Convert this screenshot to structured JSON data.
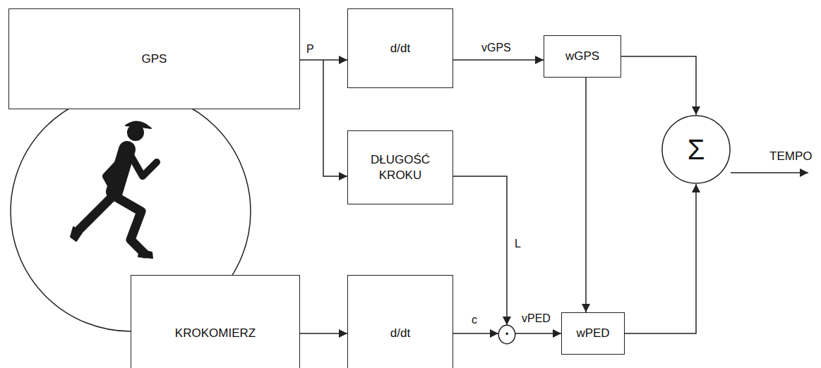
{
  "diagram": {
    "nodes": [
      {
        "text": [
          "GPS"
        ]
      },
      {
        "text": [
          "d/dt"
        ]
      },
      {
        "text": [
          "wGPS"
        ]
      },
      {
        "text": [
          "Σ"
        ]
      },
      {
        "text": [
          "DŁUGOŚĆ KROKU"
        ]
      },
      {
        "text": [
          "KROKOMIERZ"
        ]
      },
      {
        "text": [
          "d/dt"
        ]
      },
      {
        "text": [
          "•"
        ]
      },
      {
        "text": [
          "wPED"
        ]
      }
    ],
    "edges": [
      {
        "from": 0,
        "to": 1,
        "arrow": "to",
        "label": "P"
      },
      {
        "from": 0,
        "to": 4,
        "arrow": "to"
      },
      {
        "from": 1,
        "to": 2,
        "arrow": "to",
        "label": "vGPS"
      },
      {
        "from": 2,
        "to": 3,
        "arrow": "to"
      },
      {
        "from": 2,
        "to": 8,
        "arrow": "to"
      },
      {
        "from": 4,
        "to": 7,
        "arrow": "to",
        "label": "L"
      },
      {
        "from": 5,
        "to": 6,
        "arrow": "to"
      },
      {
        "from": 6,
        "to": 7,
        "arrow": "to",
        "label": "c"
      },
      {
        "from": 7,
        "to": 8,
        "arrow": "to",
        "label": "vPED"
      },
      {
        "from": 8,
        "to": 3,
        "arrow": "to"
      }
    ],
    "labels": [
      "TEMPO"
    ]
  }
}
